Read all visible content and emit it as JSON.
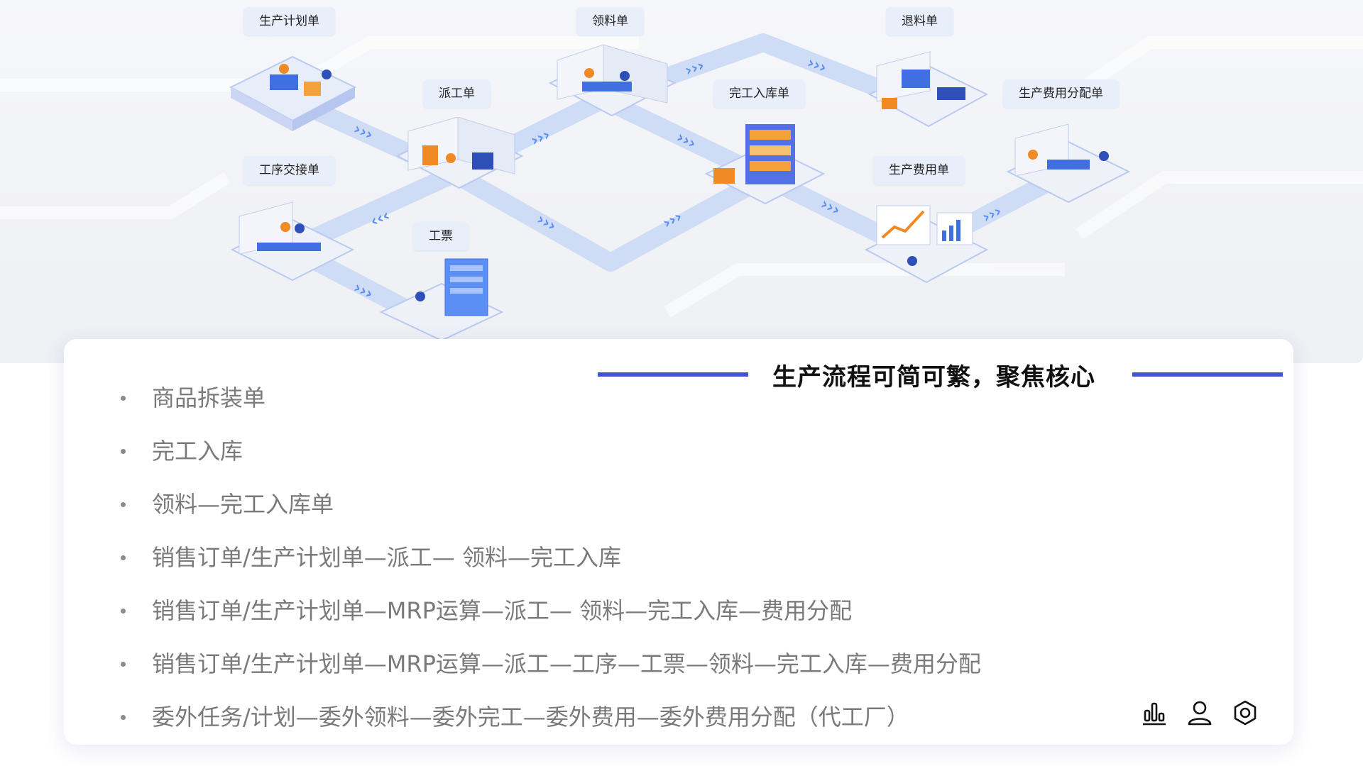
{
  "diagram": {
    "nodes": [
      {
        "label": "生产计划单"
      },
      {
        "label": "派工单"
      },
      {
        "label": "领料单"
      },
      {
        "label": "完工入库单"
      },
      {
        "label": "退料单"
      },
      {
        "label": "生产费用分配单"
      },
      {
        "label": "工序交接单"
      },
      {
        "label": "工票"
      },
      {
        "label": "生产费用单"
      }
    ],
    "arrow_glyph": "›››",
    "arrow_glyph_back": "‹‹‹"
  },
  "card": {
    "headline": "生产流程可简可繁，聚焦核心",
    "items": [
      "商品拆装单",
      "完工入库",
      "领料—完工入库单",
      "销售订单/生产计划单—派工— 领料—完工入库",
      "销售订单/生产计划单—MRP运算—派工— 领料—完工入库—费用分配",
      "销售订单/生产计划单—MRP运算—派工—工序—工票—领料—完工入库—费用分配",
      "委外任务/计划—委外领料—委外完工—委外费用—委外费用分配（代工厂）"
    ]
  },
  "toolbar": {
    "icons": [
      "bar-chart-icon",
      "user-icon",
      "settings-hex-icon"
    ]
  },
  "colors": {
    "accent": "#4353d4",
    "path": "#cfdcf5",
    "label_bg": "#e9eefb",
    "text_muted": "#7a7a7a"
  }
}
